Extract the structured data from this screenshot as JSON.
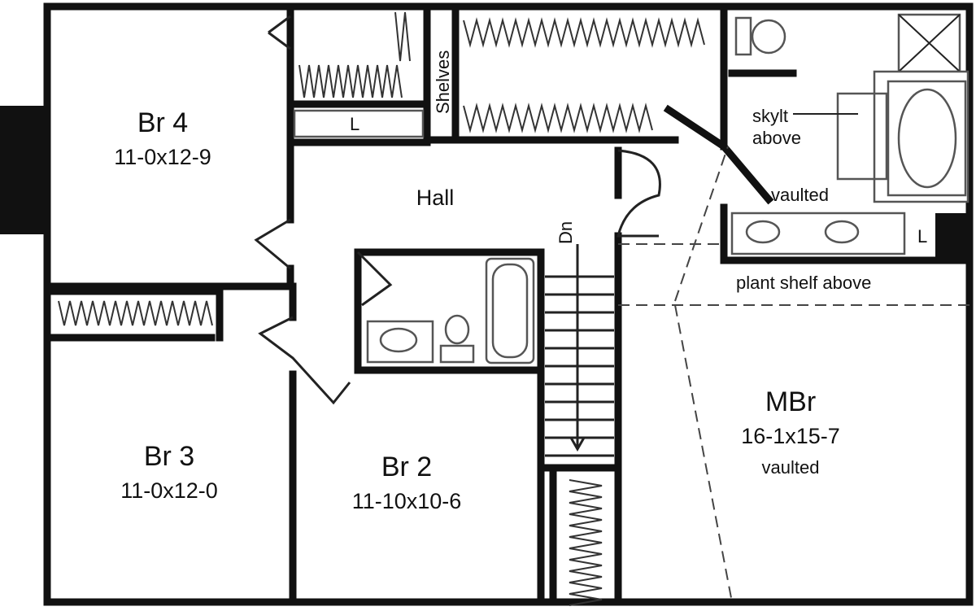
{
  "rooms": {
    "br4": {
      "name": "Br 4",
      "size": "11-0x12-9"
    },
    "hall": {
      "name": "Hall"
    },
    "br3": {
      "name": "Br 3",
      "size": "11-0x12-0"
    },
    "br2": {
      "name": "Br 2",
      "size": "11-10x10-6"
    },
    "mbr": {
      "name": "MBr",
      "size": "16-1x15-7",
      "note": "vaulted"
    }
  },
  "annotations": {
    "shelves": "Shelves",
    "linen_1": "L",
    "linen_2": "L",
    "skylight_line1": "skylt",
    "skylight_line2": "above",
    "bath_vaulted": "vaulted",
    "plant_shelf": "plant shelf above",
    "stairs_down": "Dn"
  }
}
